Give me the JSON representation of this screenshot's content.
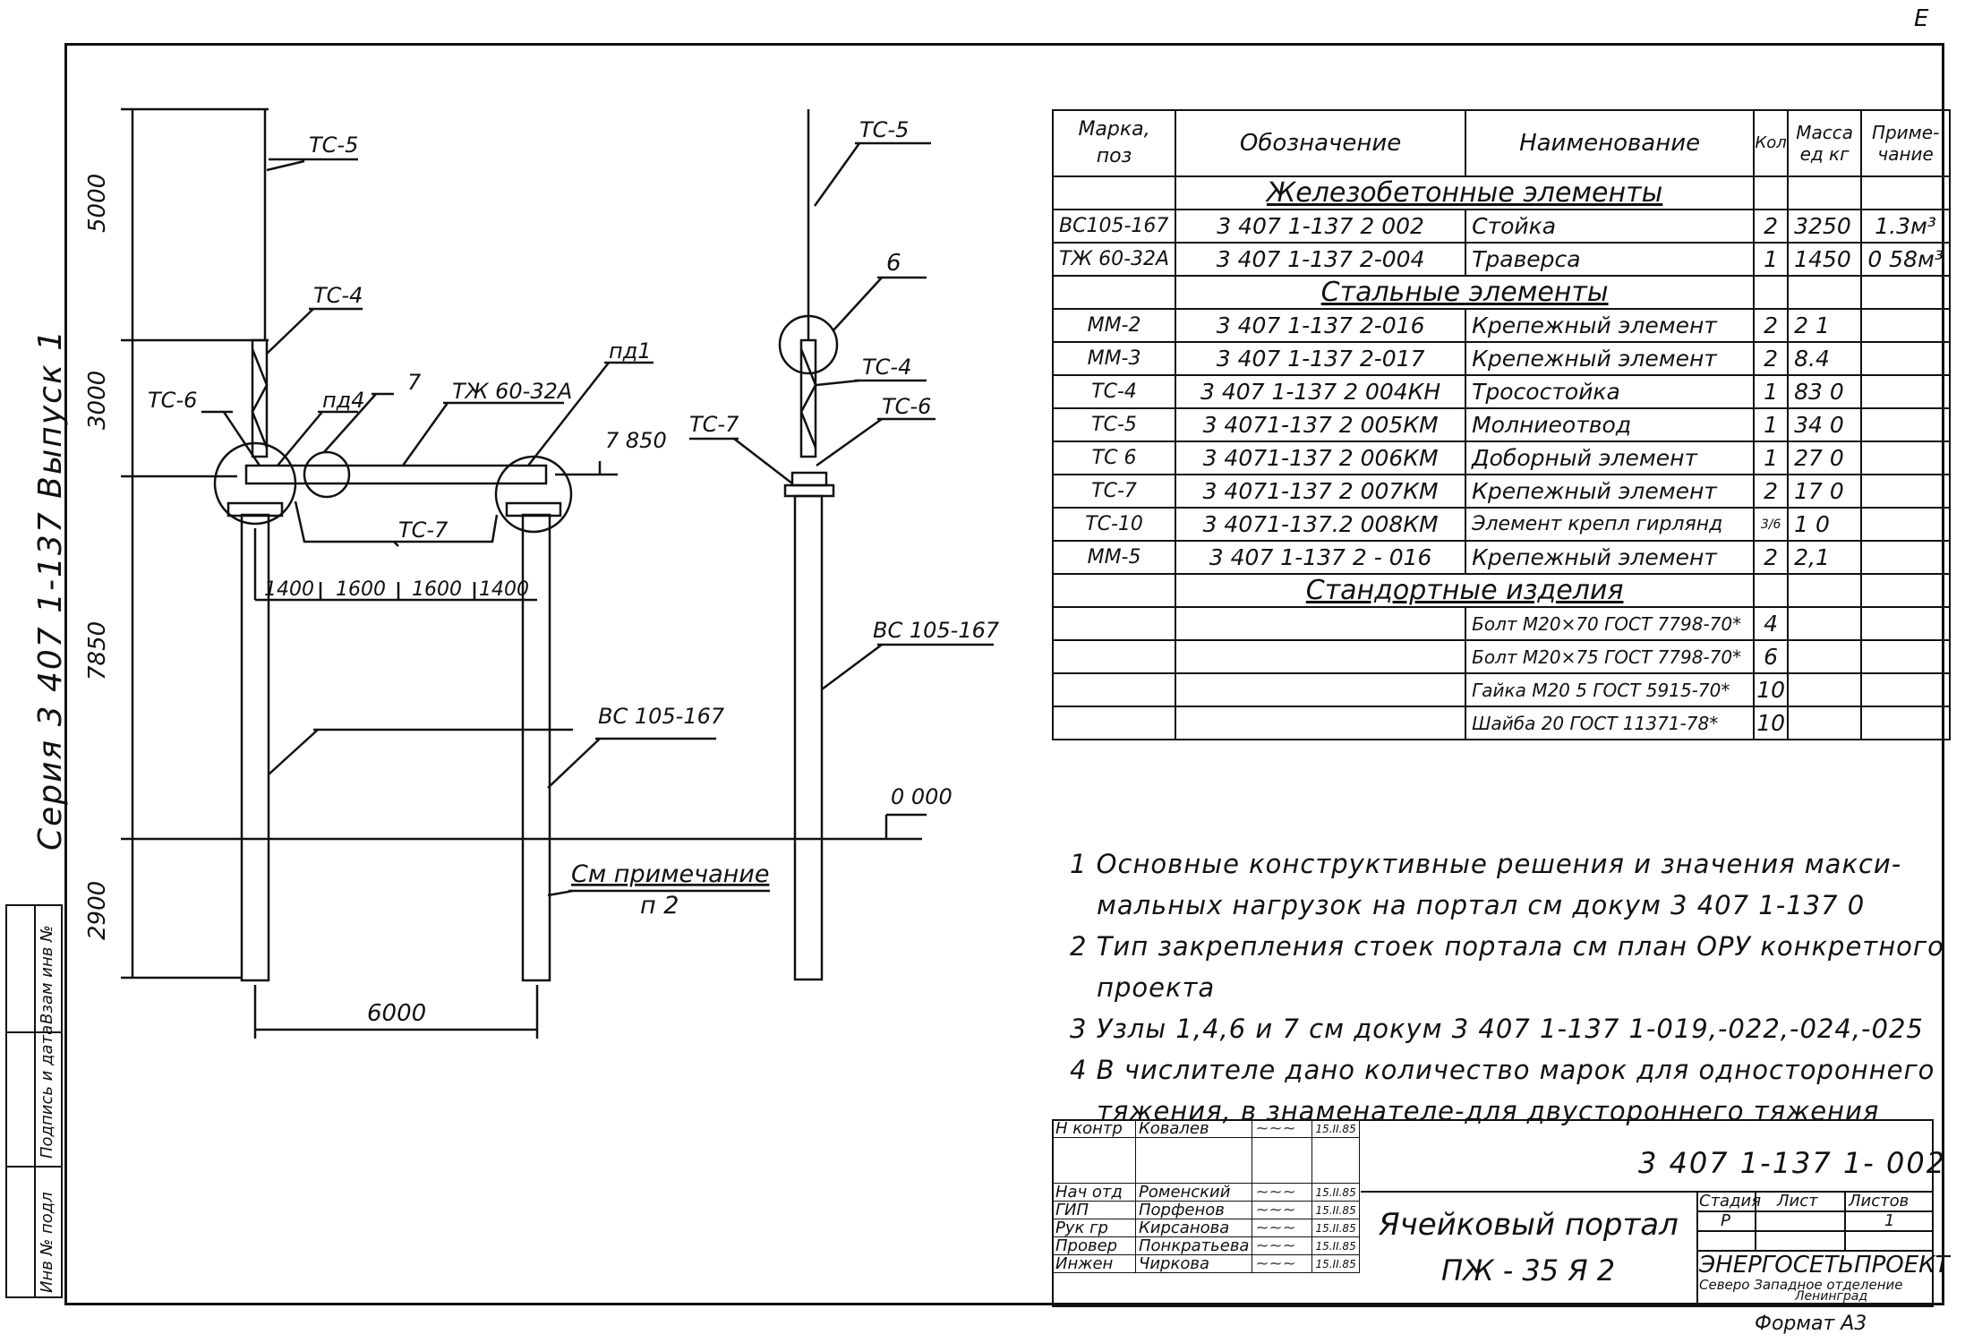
{
  "drawing": {
    "top_mark": "E",
    "front_view": {
      "dims": {
        "d1": "5000",
        "d2": "3000",
        "d3": "7850",
        "d4": "2900",
        "span": "6000",
        "b1": "1400",
        "b2": "1600",
        "b3": "1600",
        "b4": "1400"
      },
      "labels": {
        "tc5": "ТС-5",
        "tc4": "ТС-4",
        "tc6": "ТС-6",
        "uz4": "пд4",
        "n7": "7",
        "tzh": "ТЖ 60-32А",
        "uz1": "пд1",
        "elev1": "7 850",
        "tc7": "ТС-7",
        "elev0": "0 000",
        "bc1": "ВС 105-167",
        "note_ref": "См примечание",
        "note_n": "п 2"
      }
    },
    "side_view": {
      "labels": {
        "tc5": "ТС-5",
        "n6": "6",
        "tc4": "ТС-4",
        "tc6": "ТС-6",
        "tc7": "ТС-7",
        "bc": "ВС 105-167"
      }
    }
  },
  "spec": {
    "headers": {
      "mark": "Марка, поз",
      "designation": "Обозначение",
      "name": "Наименование",
      "qty": "Кол",
      "mass": "Масса ед кг",
      "note": "Приме-чание"
    },
    "sections": {
      "rc": "Железобетонные элементы",
      "steel": "Стальные элементы",
      "std": "Стандортные изделия"
    },
    "rc_rows": [
      {
        "mark": "ВС105-167",
        "des": "3 407 1-137 2 002",
        "name": "Стойка",
        "qty": "2",
        "mass": "3250",
        "note": "1.3м³"
      },
      {
        "mark": "ТЖ 60-32А",
        "des": "3 407 1-137 2-004",
        "name": "Траверса",
        "qty": "1",
        "mass": "1450",
        "note": "0 58м³"
      }
    ],
    "steel_rows": [
      {
        "mark": "ММ-2",
        "des": "3 407 1-137 2-016",
        "name": "Крепежный элемент",
        "qty": "2",
        "mass": "2 1"
      },
      {
        "mark": "ММ-3",
        "des": "3 407 1-137 2-017",
        "name": "Крепежный элемент",
        "qty": "2",
        "mass": "8.4"
      },
      {
        "mark": "ТС-4",
        "des": "3 407 1-137 2 004КН",
        "name": "Тросостойка",
        "qty": "1",
        "mass": "83 0"
      },
      {
        "mark": "ТС-5",
        "des": "3 4071-137 2 005КМ",
        "name": "Молниеотвод",
        "qty": "1",
        "mass": "34 0"
      },
      {
        "mark": "ТС 6",
        "des": "3 4071-137 2 006КМ",
        "name": "Доборный элемент",
        "qty": "1",
        "mass": "27 0"
      },
      {
        "mark": "ТС-7",
        "des": "3 4071-137 2 007КМ",
        "name": "Крепежный элемент",
        "qty": "2",
        "mass": "17 0"
      },
      {
        "mark": "ТС-10",
        "des": "3 4071-137.2 008КМ",
        "name": "Элемент крепл гирлянд",
        "qty": "3/6",
        "mass": "1 0"
      },
      {
        "mark": "ММ-5",
        "des": "3 407 1-137 2 - 016",
        "name": "Крепежный элемент",
        "qty": "2",
        "mass": "2,1"
      }
    ],
    "std_rows": [
      {
        "name": "Болт М20×70 ГОСТ 7798-70*",
        "qty": "4"
      },
      {
        "name": "Болт М20×75 ГОСТ 7798-70*",
        "qty": "6"
      },
      {
        "name": "Гайка М20 5 ГОСТ 5915-70*",
        "qty": "10"
      },
      {
        "name": "Шайба 20 ГОСТ 11371-78*",
        "qty": "10"
      }
    ]
  },
  "notes": {
    "l1": "1  Основные конструктивные решения и значения макси-",
    "l2": "мальных нагрузок на портал см докум 3 407 1-137 0",
    "l3": "2  Тип закрепления стоек портала см план ОРУ конкретного",
    "l4": "проекта",
    "l5": "3  Узлы 1,4,6 и 7 см докум 3 407 1-137 1-019,-022,-024,-025",
    "l6": "4  В числителе дано количество марок для одностороннего",
    "l7": "тяжения, в знаменателе-для двустороннего тяжения"
  },
  "title_block": {
    "doc_code": "3 407 1-137  1- 002",
    "title1": "Ячейковый портал",
    "title2": "ПЖ - 35 Я 2",
    "stage_label": "Стадия",
    "sheet_label": "Лист",
    "sheets_label": "Листов",
    "stage": "Р",
    "sheets": "1",
    "org1": "ЭНЕРГОСЕТЬПРОЕКТ",
    "org2": "Северо Западное отделение",
    "org3": "Ленинград",
    "format": "Формат А3",
    "signers": [
      {
        "role": "Н контр",
        "name": "Ковалев",
        "date": "15.II.85"
      },
      {
        "role": "Нач отд",
        "name": "Роменский",
        "date": "15.II.85"
      },
      {
        "role": "ГИП",
        "name": "Порфенов",
        "date": "15.II.85"
      },
      {
        "role": "Рук гр",
        "name": "Кирсанова",
        "date": "15.II.85"
      },
      {
        "role": "Провер",
        "name": "Понкратьева",
        "date": "15.II.85"
      },
      {
        "role": "Инжен",
        "name": "Чиркова",
        "date": "15.II.85"
      }
    ]
  },
  "side_stamp": {
    "series": "Серия  3 407 1-137   Выпуск 1",
    "c1": "Инв № подл",
    "c2": "Подпись и дата",
    "c3": "Взам инв №"
  }
}
